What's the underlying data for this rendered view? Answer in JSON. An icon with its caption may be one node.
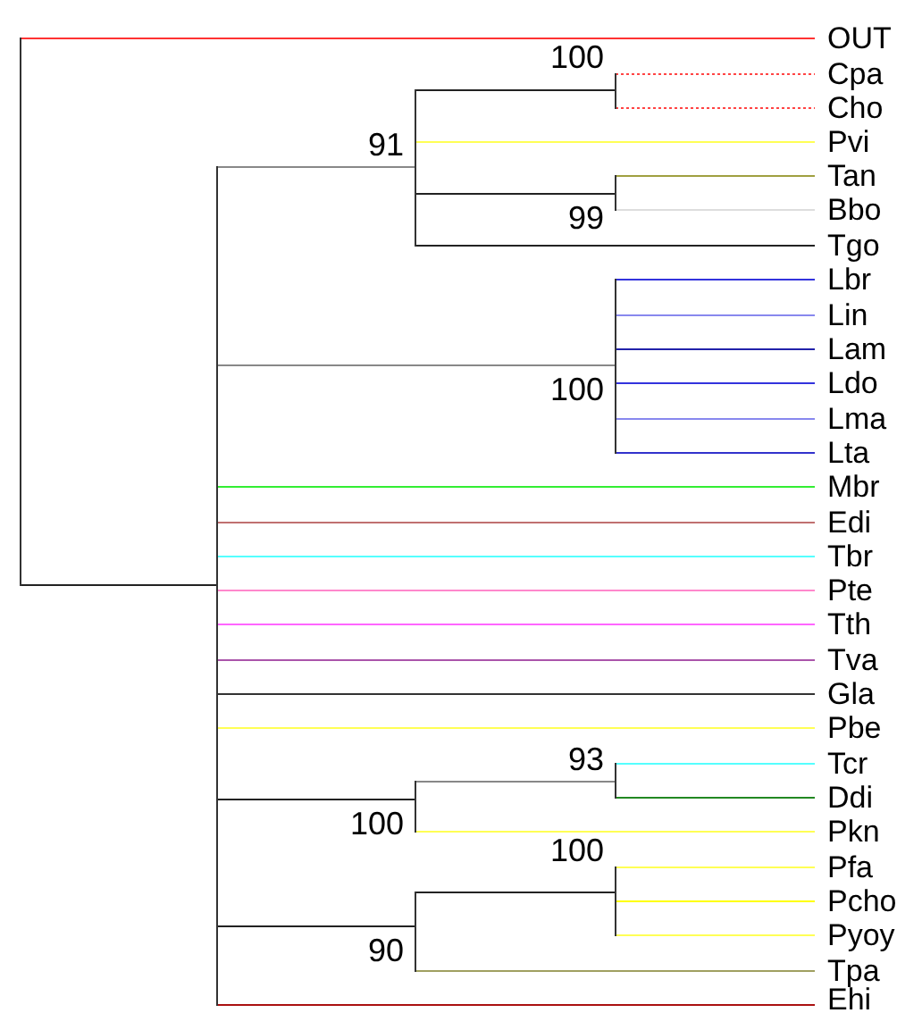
{
  "diagram": {
    "nodes": [
      {
        "text": [],
        "shape": "bar"
      },
      {
        "text": [
          "OUT"
        ]
      },
      {
        "text": [],
        "shape": "bar"
      },
      {
        "text": [],
        "shape": "bar",
        "beside": [
          "91"
        ]
      },
      {
        "text": [],
        "shape": "bar",
        "beside": [
          "100"
        ]
      },
      {
        "text": [
          "Cpa"
        ]
      },
      {
        "text": [
          "Cho"
        ]
      },
      {
        "text": [
          "Pvi"
        ]
      },
      {
        "text": [],
        "shape": "bar",
        "beside": [
          "99"
        ]
      },
      {
        "text": [
          "Tan"
        ]
      },
      {
        "text": [
          "Bbo"
        ]
      },
      {
        "text": [
          "Tgo"
        ]
      },
      {
        "text": [],
        "shape": "bar",
        "beside": [
          "100"
        ]
      },
      {
        "text": [
          "Lbr"
        ]
      },
      {
        "text": [
          "Lin"
        ]
      },
      {
        "text": [
          "Lam"
        ]
      },
      {
        "text": [
          "Ldo"
        ]
      },
      {
        "text": [
          "Lma"
        ]
      },
      {
        "text": [
          "Lta"
        ]
      },
      {
        "text": [
          "Mbr"
        ]
      },
      {
        "text": [
          "Edi"
        ]
      },
      {
        "text": [
          "Tbr"
        ]
      },
      {
        "text": [
          "Pte"
        ]
      },
      {
        "text": [
          "Tth"
        ]
      },
      {
        "text": [
          "Tva"
        ]
      },
      {
        "text": [
          "Gla"
        ]
      },
      {
        "text": [
          "Pbe"
        ]
      },
      {
        "text": [],
        "shape": "bar",
        "beside": [
          "100"
        ]
      },
      {
        "text": [],
        "shape": "bar",
        "beside": [
          "93"
        ]
      },
      {
        "text": [
          "Tcr"
        ]
      },
      {
        "text": [
          "Ddi"
        ]
      },
      {
        "text": [
          "Pkn"
        ]
      },
      {
        "text": [],
        "shape": "bar",
        "beside": [
          "90"
        ]
      },
      {
        "text": [],
        "shape": "bar",
        "beside": [
          "100"
        ]
      },
      {
        "text": [
          "Pfa"
        ]
      },
      {
        "text": [
          "Pcho"
        ]
      },
      {
        "text": [
          "Pyoy"
        ]
      },
      {
        "text": [
          "Tpa"
        ]
      },
      {
        "text": [
          "Ehi"
        ]
      }
    ],
    "edges": [
      {
        "from": 0,
        "to": 1,
        "arrow": "none",
        "color": "#ff3333"
      },
      {
        "from": 0,
        "to": 2,
        "arrow": "none"
      },
      {
        "from": 2,
        "to": 3,
        "arrow": "none",
        "color": "#888888"
      },
      {
        "from": 3,
        "to": 4,
        "arrow": "none"
      },
      {
        "from": 4,
        "to": 5,
        "arrow": "none",
        "style": "dashed",
        "color": "#ff4444"
      },
      {
        "from": 4,
        "to": 6,
        "arrow": "none",
        "style": "dashed",
        "color": "#ff4444"
      },
      {
        "from": 3,
        "to": 7,
        "arrow": "none",
        "color": "#ffff55"
      },
      {
        "from": 3,
        "to": 8,
        "arrow": "none"
      },
      {
        "from": 8,
        "to": 9,
        "arrow": "none",
        "color": "#a0a040"
      },
      {
        "from": 8,
        "to": 10,
        "arrow": "none",
        "color": "#dddddd"
      },
      {
        "from": 3,
        "to": 11,
        "arrow": "none"
      },
      {
        "from": 2,
        "to": 12,
        "arrow": "none",
        "color": "#888888"
      },
      {
        "from": 12,
        "to": 13,
        "arrow": "none",
        "color": "#3333dd"
      },
      {
        "from": 12,
        "to": 14,
        "arrow": "none",
        "color": "#8888ee"
      },
      {
        "from": 12,
        "to": 15,
        "arrow": "none",
        "color": "#2222aa"
      },
      {
        "from": 12,
        "to": 16,
        "arrow": "none",
        "color": "#3333dd"
      },
      {
        "from": 12,
        "to": 17,
        "arrow": "none",
        "color": "#8888ee"
      },
      {
        "from": 12,
        "to": 18,
        "arrow": "none",
        "color": "#3333cc"
      },
      {
        "from": 2,
        "to": 19,
        "arrow": "none",
        "color": "#33ee33"
      },
      {
        "from": 2,
        "to": 20,
        "arrow": "none",
        "color": "#c07070"
      },
      {
        "from": 2,
        "to": 21,
        "arrow": "none",
        "color": "#55ffff"
      },
      {
        "from": 2,
        "to": 22,
        "arrow": "none",
        "color": "#ff88cc"
      },
      {
        "from": 2,
        "to": 23,
        "arrow": "none",
        "color": "#ff66ff"
      },
      {
        "from": 2,
        "to": 24,
        "arrow": "none",
        "color": "#aa55aa"
      },
      {
        "from": 2,
        "to": 25,
        "arrow": "none",
        "color": "#333333"
      },
      {
        "from": 2,
        "to": 26,
        "arrow": "none",
        "color": "#ffff55"
      },
      {
        "from": 2,
        "to": 27,
        "arrow": "none"
      },
      {
        "from": 27,
        "to": 28,
        "arrow": "none",
        "color": "#888888"
      },
      {
        "from": 28,
        "to": 29,
        "arrow": "none",
        "color": "#55ffff"
      },
      {
        "from": 28,
        "to": 30,
        "arrow": "none",
        "color": "#228822"
      },
      {
        "from": 27,
        "to": 31,
        "arrow": "none",
        "color": "#ffff55"
      },
      {
        "from": 2,
        "to": 32,
        "arrow": "none"
      },
      {
        "from": 32,
        "to": 33,
        "arrow": "none"
      },
      {
        "from": 33,
        "to": 34,
        "arrow": "none",
        "color": "#ffff55"
      },
      {
        "from": 33,
        "to": 35,
        "arrow": "none",
        "color": "#ffff00"
      },
      {
        "from": 33,
        "to": 36,
        "arrow": "none",
        "color": "#ffff55"
      },
      {
        "from": 32,
        "to": 37,
        "arrow": "none",
        "color": "#a0a060"
      },
      {
        "from": 2,
        "to": 38,
        "arrow": "none",
        "color": "#aa1111"
      }
    ]
  }
}
